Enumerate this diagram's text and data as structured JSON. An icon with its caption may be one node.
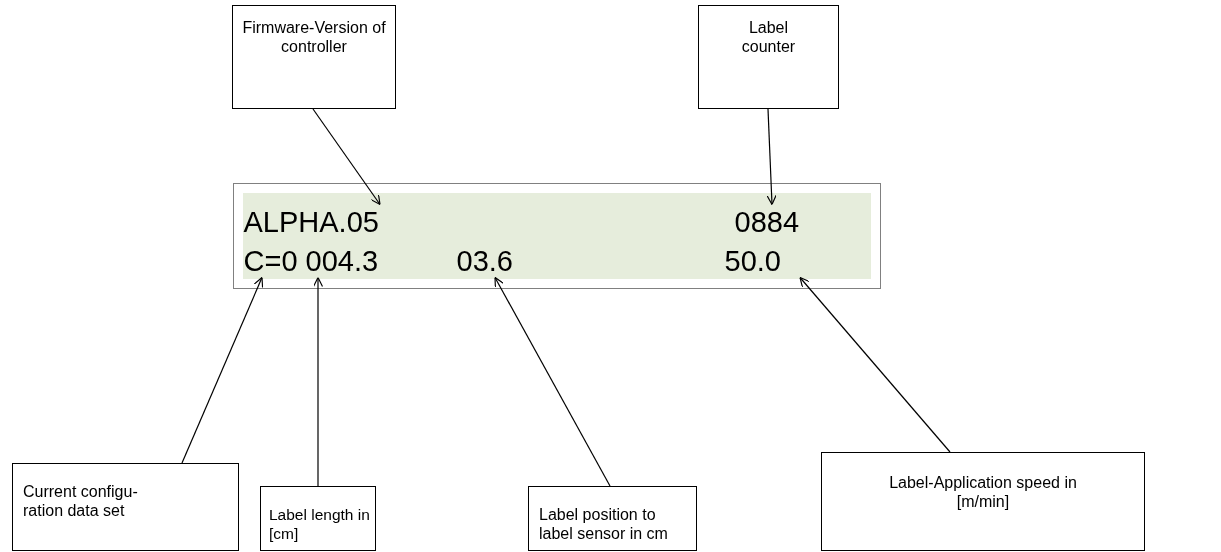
{
  "diagram": {
    "nodes": [
      {
        "text": [
          "Firmware-Version of controller"
        ]
      },
      {
        "text": [
          "Label counter"
        ]
      },
      {
        "text": [],
        "shape": "box"
      },
      {
        "text": [
          "ALPHA.05"
        ],
        "in": 2
      },
      {
        "text": [
          "0884"
        ],
        "in": 2
      },
      {
        "text": [
          "C=0"
        ],
        "in": 2
      },
      {
        "text": [
          "004.3"
        ],
        "in": 2
      },
      {
        "text": [
          "03.6"
        ],
        "in": 2
      },
      {
        "text": [
          "50.0"
        ],
        "in": 2
      },
      {
        "text": [
          "Current configu- ration data set"
        ]
      },
      {
        "text": [
          "Label length in [cm]"
        ]
      },
      {
        "text": [
          "Label position to label sensor in cm"
        ]
      },
      {
        "text": [
          "Label-Application speed in [m/min]"
        ]
      }
    ],
    "edges": [
      {
        "from": 0,
        "to": 3,
        "arrow": "to"
      },
      {
        "from": 1,
        "to": 4,
        "arrow": "to"
      },
      {
        "from": 9,
        "to": 5,
        "arrow": "to"
      },
      {
        "from": 10,
        "to": 6,
        "arrow": "to"
      },
      {
        "from": 11,
        "to": 7,
        "arrow": "to"
      },
      {
        "from": 12,
        "to": 8,
        "arrow": "to"
      }
    ]
  }
}
